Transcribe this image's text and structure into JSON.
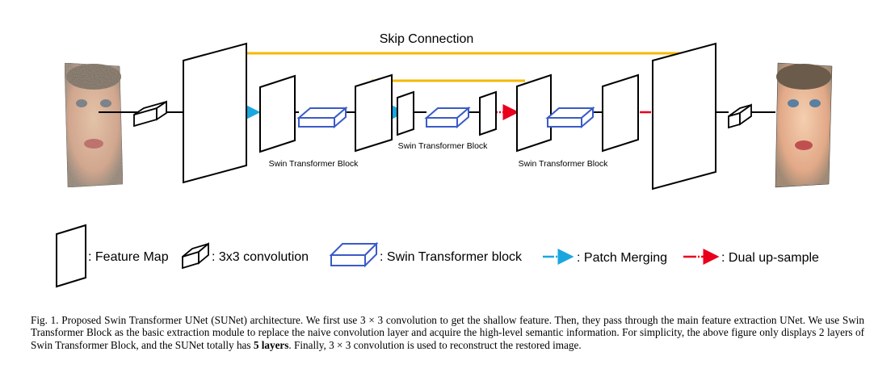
{
  "figure": {
    "skip_connection_label": "Skip Connection",
    "block_labels": [
      "Swin Transformer Block",
      "Swin Transformer Block",
      "Swin Transformer Block"
    ],
    "legend": {
      "feature_map": ": Feature Map",
      "conv": ": 3x3 convolution",
      "swin_block": ": Swin Transformer block",
      "patch_merging": ": Patch Merging",
      "dual_upsample": ": Dual up-sample"
    },
    "colors": {
      "skip": "#f5b800",
      "patch_merging": "#1aa7e0",
      "dual_upsample": "#e8001c",
      "swin_block": "#3a5bc7",
      "line": "#000000"
    }
  },
  "caption": {
    "label": "Fig. 1.",
    "text_before_bold": "Proposed Swin Transformer UNet (SUNet) architecture. We first use 3 × 3 convolution to get the shallow feature. Then, they pass through the main feature extraction UNet. We use Swin Transformer Block as the basic extraction module to replace the naive convolution layer and acquire the high-level semantic information. For simplicity, the above figure only displays 2 layers of Swin Transformer Block, and the SUNet totally has",
    "bold": "5 layers",
    "text_after_bold": ". Finally, 3 × 3 convolution is used to reconstruct the restored image."
  }
}
